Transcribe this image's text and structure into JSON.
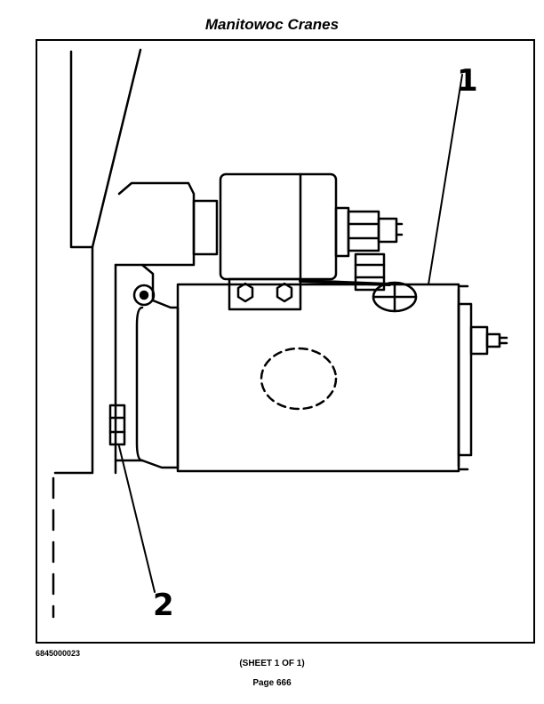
{
  "header": {
    "title": "Manitowoc Cranes"
  },
  "figure": {
    "id": "6845000023",
    "callouts": [
      "1",
      "2"
    ],
    "subject": "starter-motor-with-solenoid"
  },
  "footer": {
    "sheet": "(SHEET 1 OF 1)",
    "page": "Page 666"
  }
}
